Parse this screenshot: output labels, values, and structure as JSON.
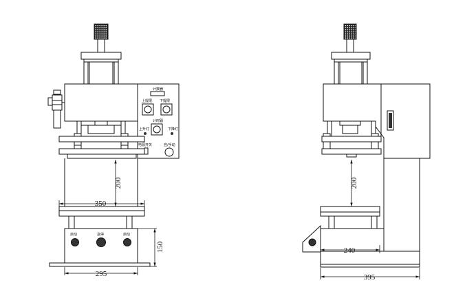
{
  "front_view": {
    "dims": {
      "stroke_height": "200",
      "platform_width": "350",
      "base_height": "150",
      "base_width": "295"
    },
    "panel_labels": {
      "counter": "计数器",
      "up_limit": "上提限",
      "down_limit": "下提限",
      "timer": "计时器",
      "up_lamp": "上升灯",
      "down_lamp": "下降灯",
      "power_switch": "电源开关",
      "auto_manual": "自/手动"
    },
    "base_labels": {
      "start_left": "启动",
      "emergency": "急停",
      "start_right": "启动"
    }
  },
  "side_view": {
    "dims": {
      "stroke_height": "200",
      "table_depth": "240",
      "overall_depth": "395"
    }
  }
}
